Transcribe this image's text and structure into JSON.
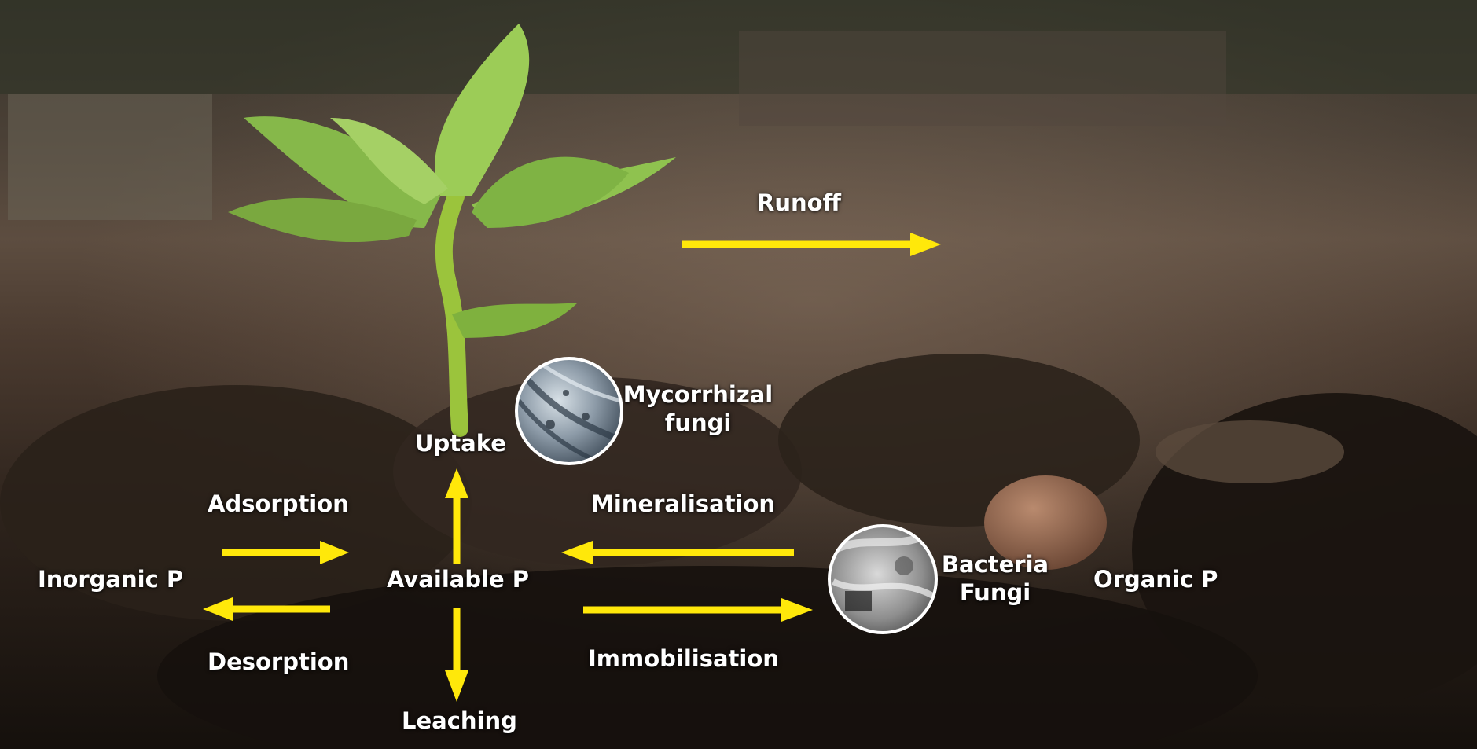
{
  "colors": {
    "arrow": "#FFE80A",
    "label": "#FFFFFF",
    "soil_dark": "#1b1410",
    "soil_light": "#6e5c4d",
    "leaf": "#8cbf45",
    "stem": "#9bc43c"
  },
  "labels": {
    "runoff": "Runoff",
    "uptake": "Uptake",
    "mycorrhizal_line1": "Mycorrhizal",
    "mycorrhizal_line2": "fungi",
    "adsorption": "Adsorption",
    "mineralisation": "Mineralisation",
    "inorganic_p": "Inorganic P",
    "available_p": "Available P",
    "bacteria_line1": "Bacteria",
    "bacteria_line2": "Fungi",
    "organic_p": "Organic P",
    "desorption": "Desorption",
    "immobilisation": "Immobilisation",
    "leaching": "Leaching"
  },
  "images": {
    "mycorrhizal_circle": "microscope-image-icon",
    "bacteria_circle": "microscope-image-icon",
    "plant": "seedling-icon"
  }
}
